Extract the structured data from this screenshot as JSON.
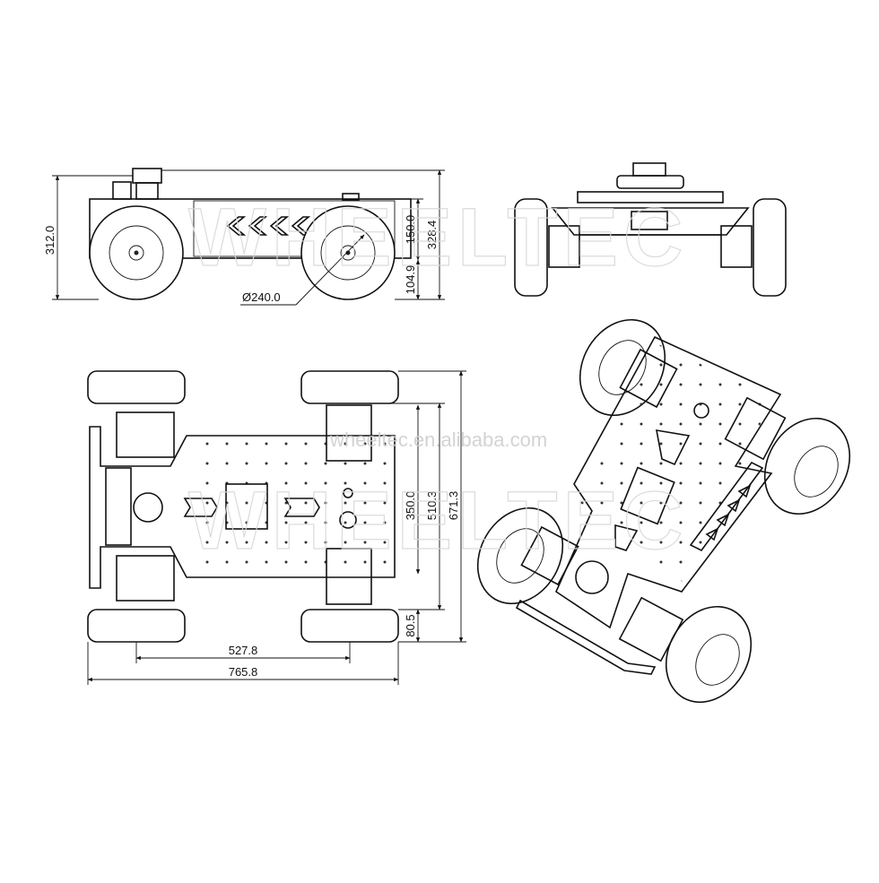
{
  "watermark": {
    "brand": "WHEELTEC",
    "url": "wheeltec.en.alibaba.com"
  },
  "side_view": {
    "dimensions": {
      "overall_height": "312.0",
      "body_height": "150.0",
      "total_height": "328.4",
      "ground_clearance": "104.9",
      "wheel_diameter": "Ø240.0"
    }
  },
  "top_view": {
    "dimensions": {
      "track_inner": "350.0",
      "track_mid": "510.3",
      "track_outer": "671.3",
      "tire_width": "80.5",
      "wheelbase": "527.8",
      "overall_length": "765.8"
    }
  }
}
